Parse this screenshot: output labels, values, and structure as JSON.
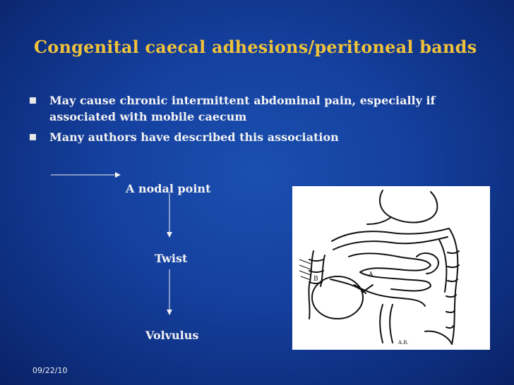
{
  "slide": {
    "title": "Congenital caecal adhesions/peritoneal bands",
    "bullets": [
      "May cause chronic intermittent abdominal pain, especially if associated with mobile caecum",
      "Many authors have described this association"
    ],
    "flow": {
      "step1": "A nodal point",
      "step2": "Twist",
      "step3": "Volvulus"
    },
    "figure_labels": {
      "a": "A",
      "b": "B",
      "signature": "A.R."
    },
    "footer_date": "09/22/10"
  }
}
